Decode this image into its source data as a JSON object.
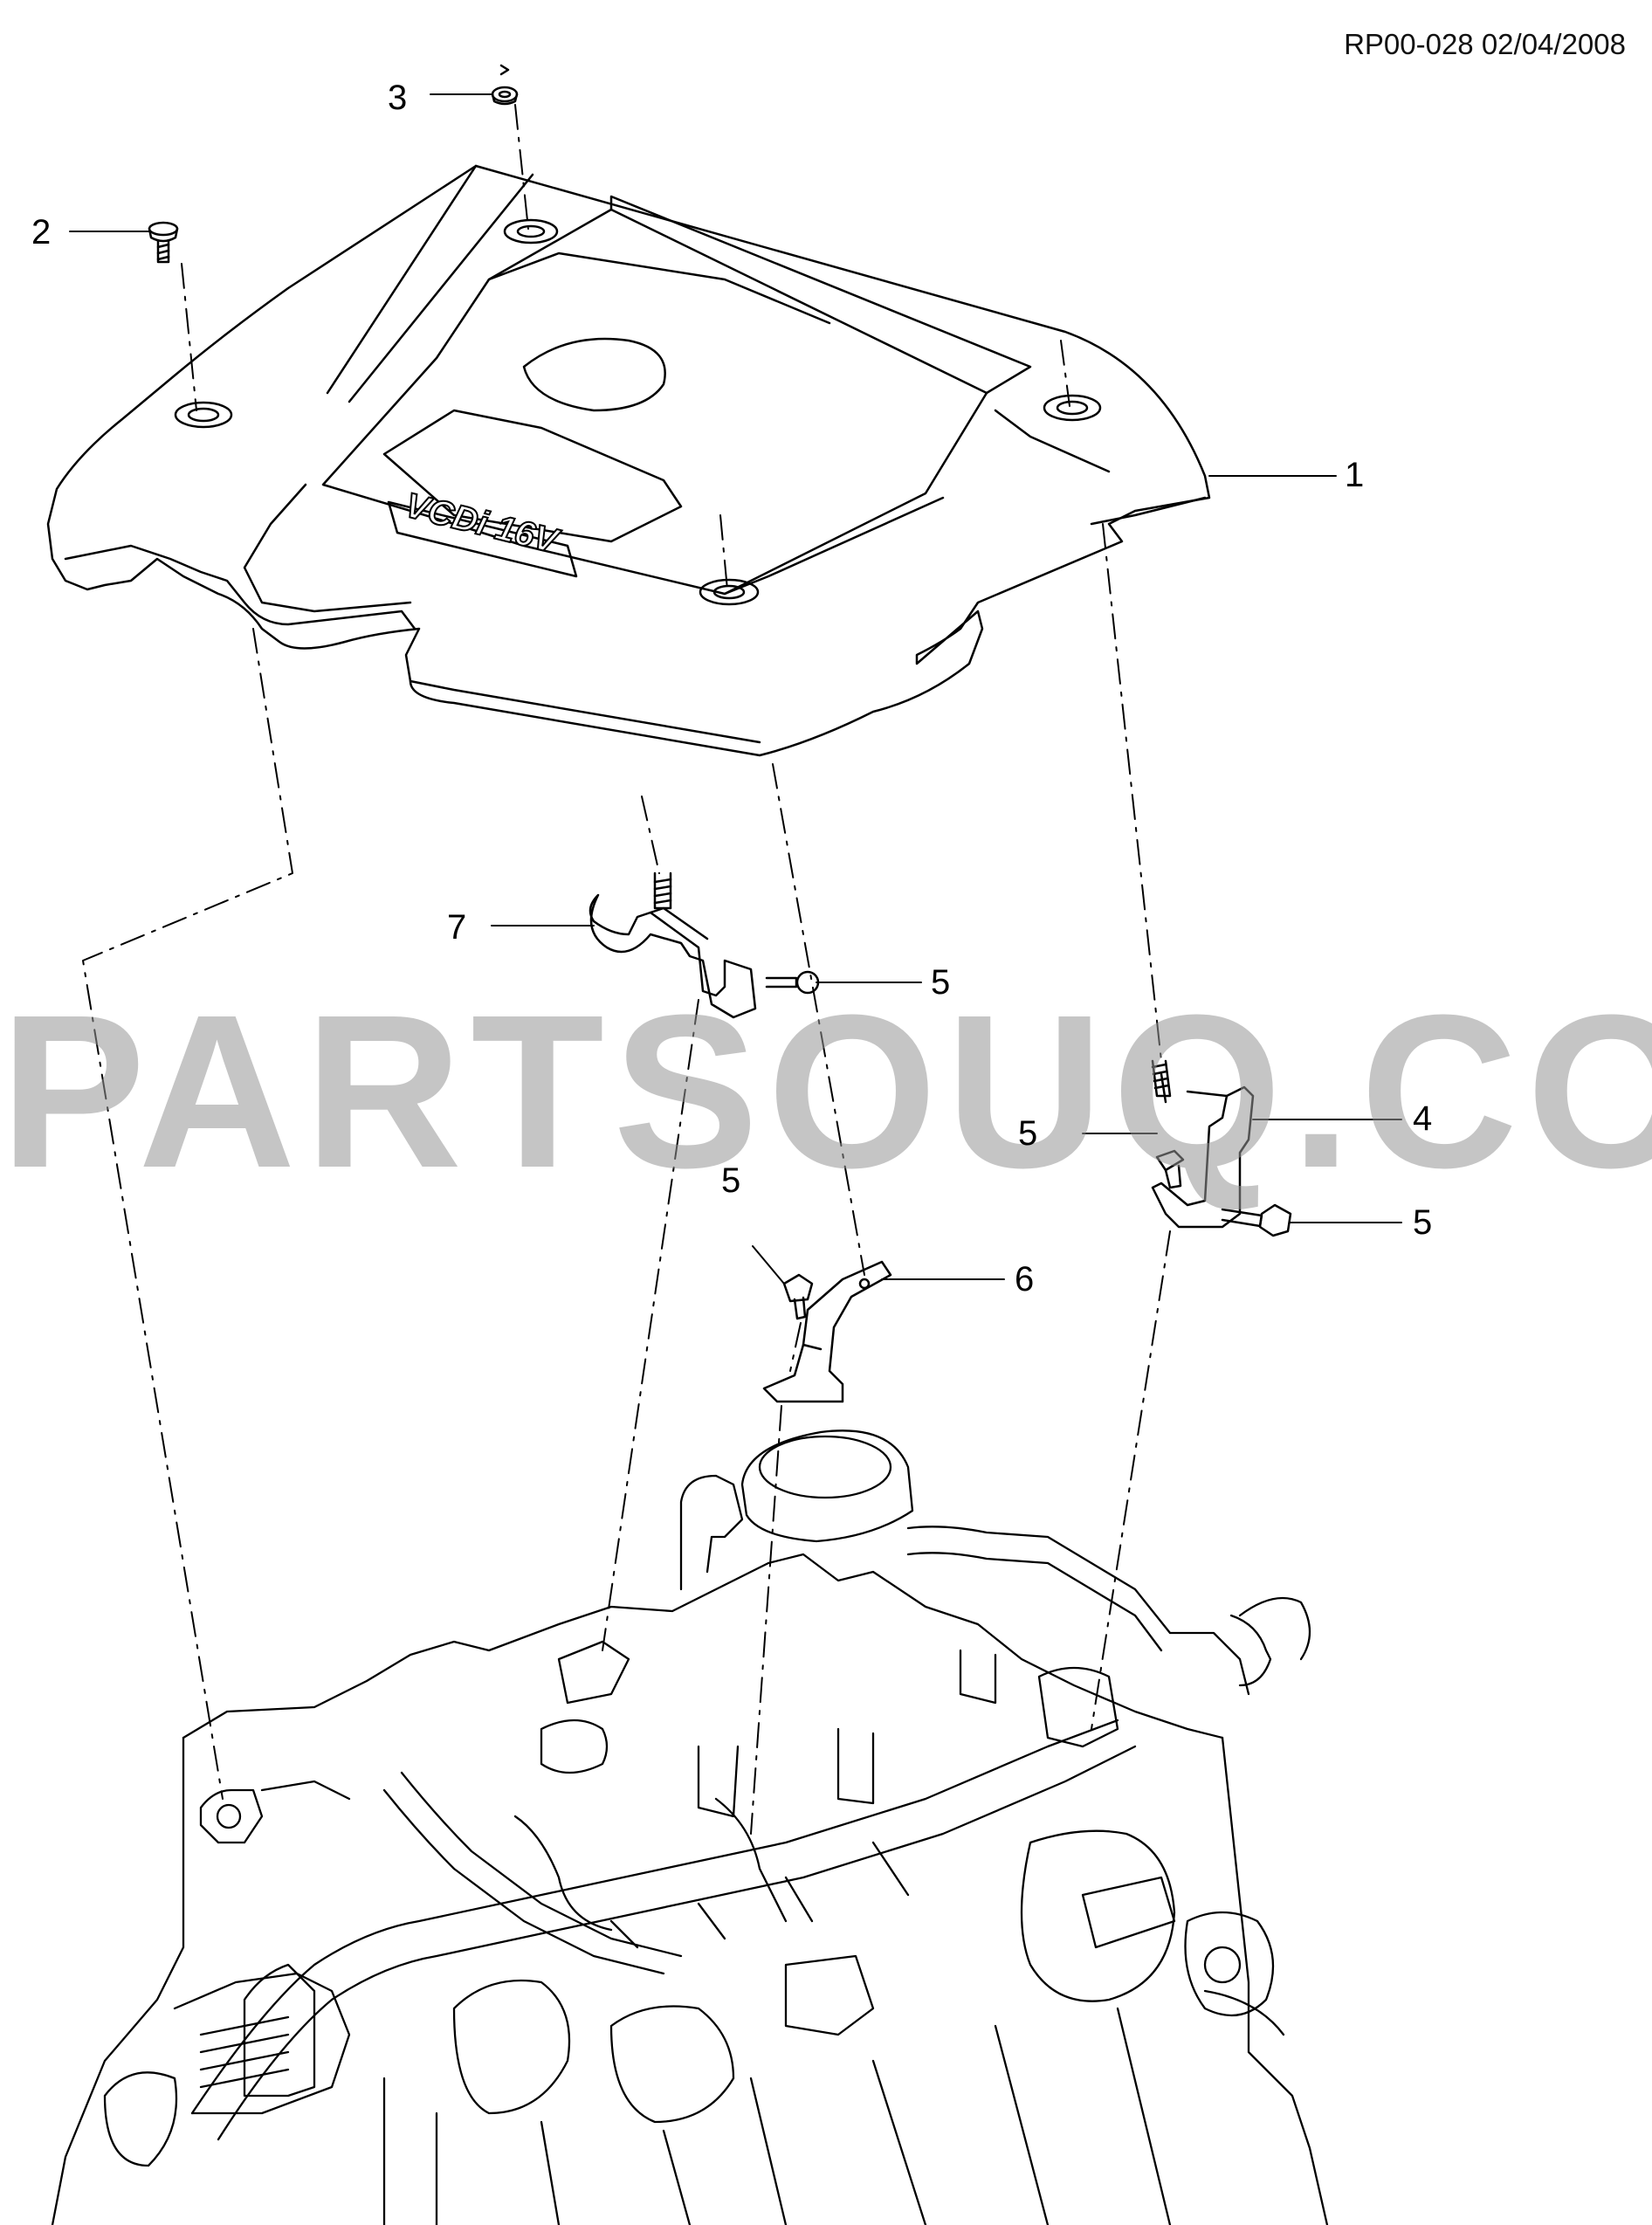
{
  "header": {
    "document_id": "RP00-028 02/04/2008"
  },
  "cover": {
    "logo_text": "VCDi 16V"
  },
  "watermark": {
    "text": "PARTSOUQ.COM"
  },
  "callouts": [
    {
      "id": "c1",
      "number": "1"
    },
    {
      "id": "c2",
      "number": "2"
    },
    {
      "id": "c3",
      "number": "3"
    },
    {
      "id": "c4",
      "number": "4"
    },
    {
      "id": "c5a",
      "number": "5"
    },
    {
      "id": "c5b",
      "number": "5"
    },
    {
      "id": "c5c",
      "number": "5"
    },
    {
      "id": "c5d",
      "number": "5"
    },
    {
      "id": "c6",
      "number": "6"
    },
    {
      "id": "c7",
      "number": "7"
    }
  ],
  "colors": {
    "line": "#000000",
    "background": "#ffffff",
    "watermark": "#969696"
  }
}
